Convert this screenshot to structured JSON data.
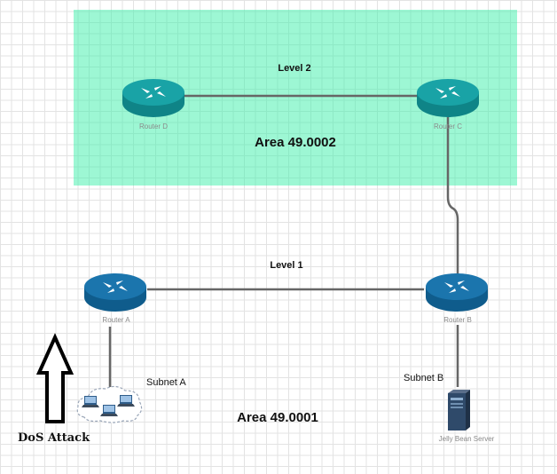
{
  "areas": {
    "area2": {
      "title": "Area 49.0002",
      "level": "Level 2",
      "fill": "#9ef7d2"
    },
    "area1": {
      "title": "Area 49.0001",
      "level": "Level 1"
    }
  },
  "nodes": {
    "router_d": {
      "label": "Router D",
      "icon": "router-icon"
    },
    "router_c": {
      "label": "Router C",
      "icon": "router-icon"
    },
    "router_a": {
      "label": "Router A",
      "icon": "router-icon"
    },
    "router_b": {
      "label": "Router B",
      "icon": "router-icon"
    },
    "subnet_a": {
      "label": "Subnet A",
      "icon": "network-cloud-icon"
    },
    "subnet_b": {
      "label": "Subnet B"
    },
    "server": {
      "label": "Jelly Bean Server",
      "icon": "server-icon"
    }
  },
  "annotations": {
    "dos": "DoS Attack"
  },
  "colors": {
    "router_teal": "#159a9c",
    "router_blue": "#1b6ea5",
    "link": "#666666",
    "arrow": "#000000"
  }
}
